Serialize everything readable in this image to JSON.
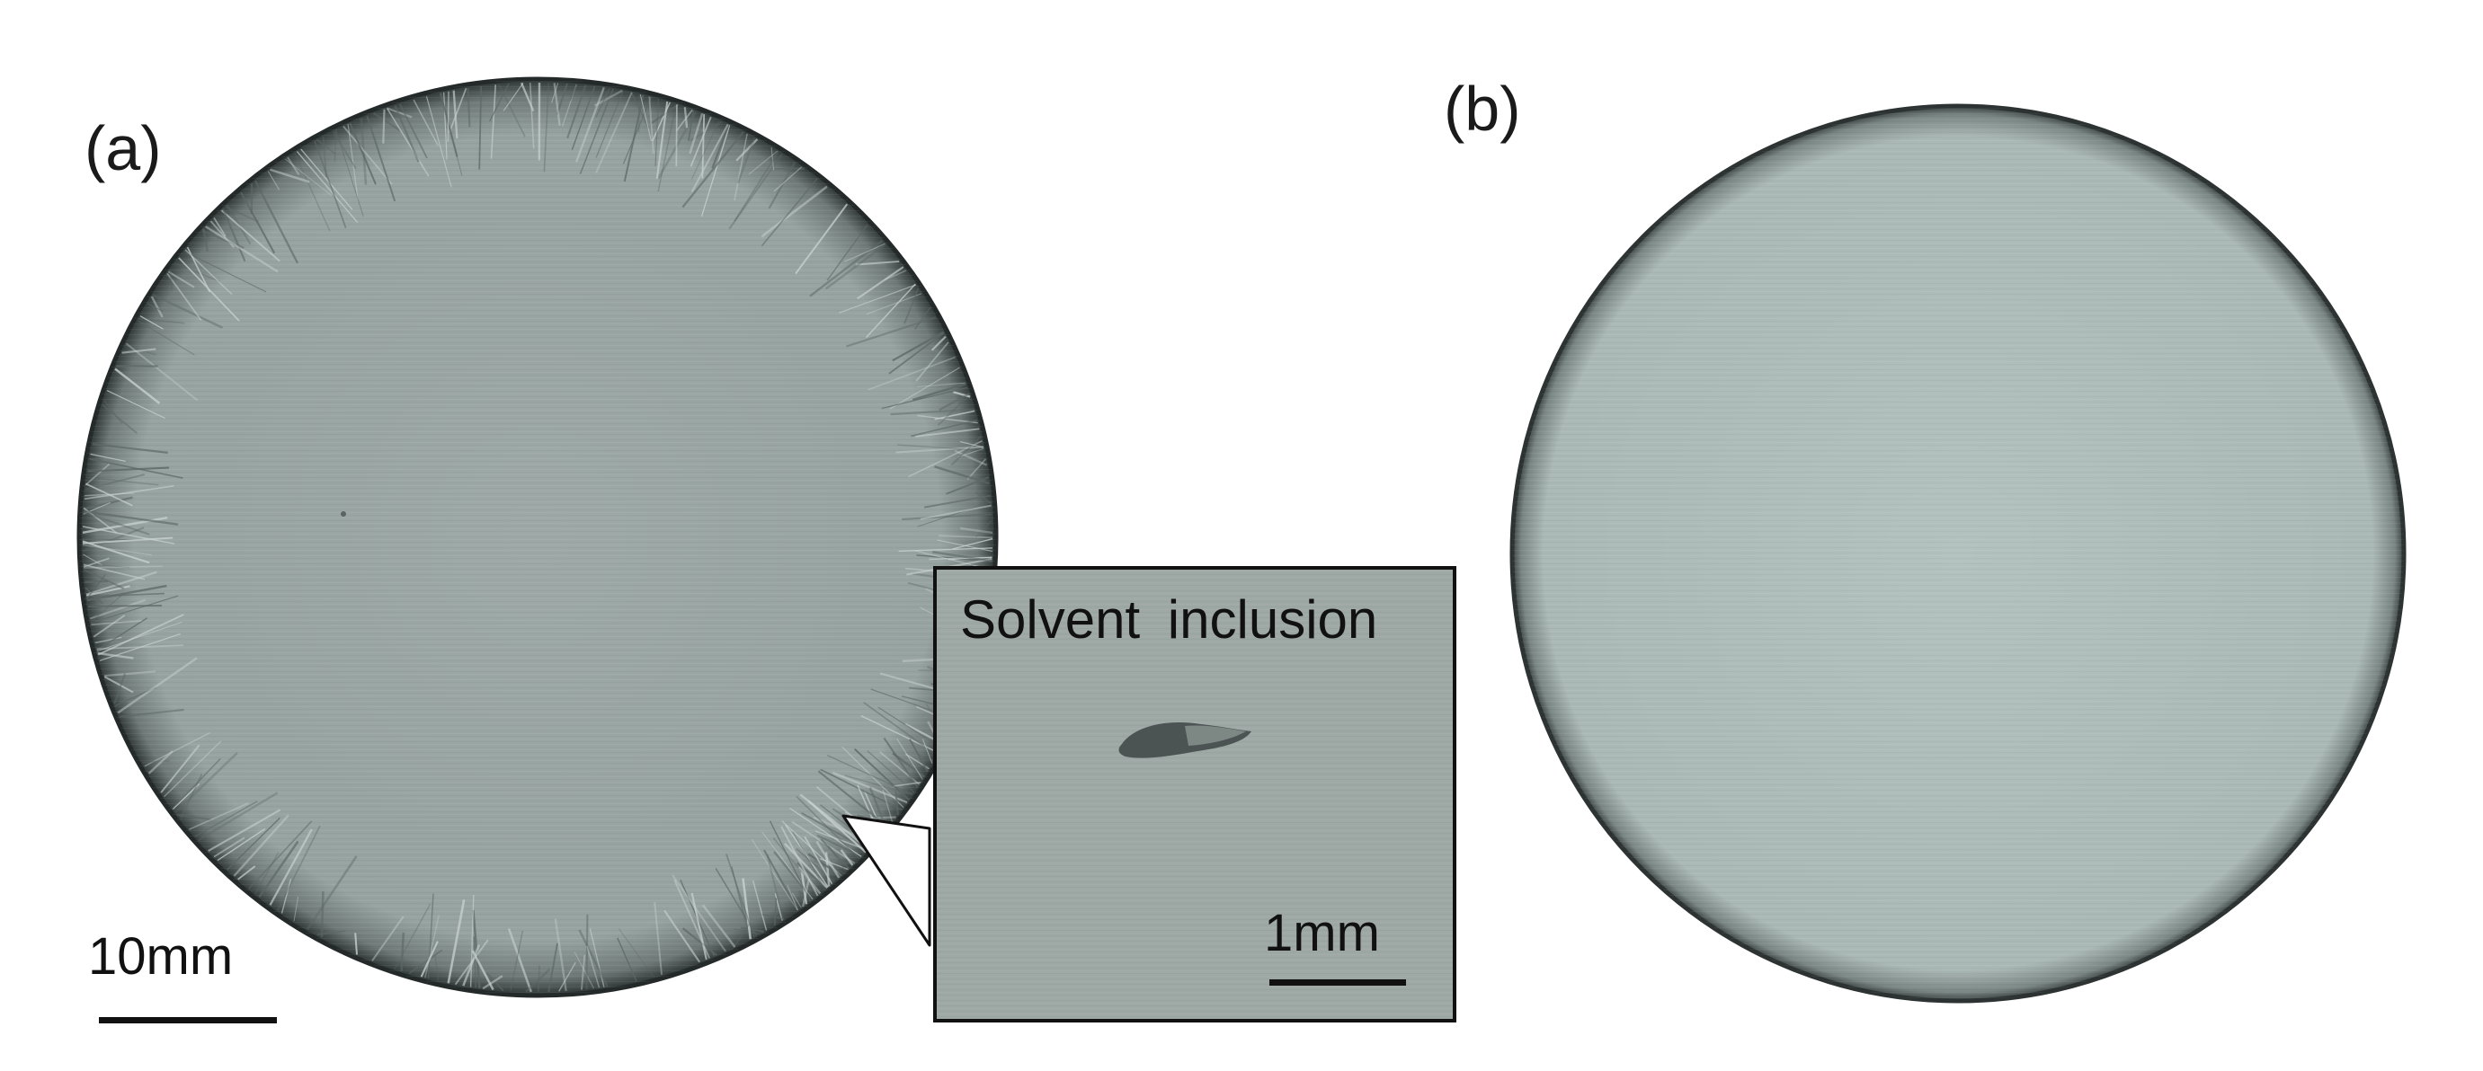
{
  "figure": {
    "panel_a_label": "(a)",
    "panel_b_label": "(b)",
    "panel_a_scale_bar": "10mm",
    "inset": {
      "title": "Solvent inclusion",
      "scale_bar": "1mm"
    },
    "colors": {
      "background": "#ffffff",
      "wafer_a_fill": "#9aa6a4",
      "wafer_b_fill": "#b1bfbd",
      "inset_fill": "#9ea8a5",
      "edge_dark": "#2b3130",
      "scale_bar": "#111111"
    }
  }
}
